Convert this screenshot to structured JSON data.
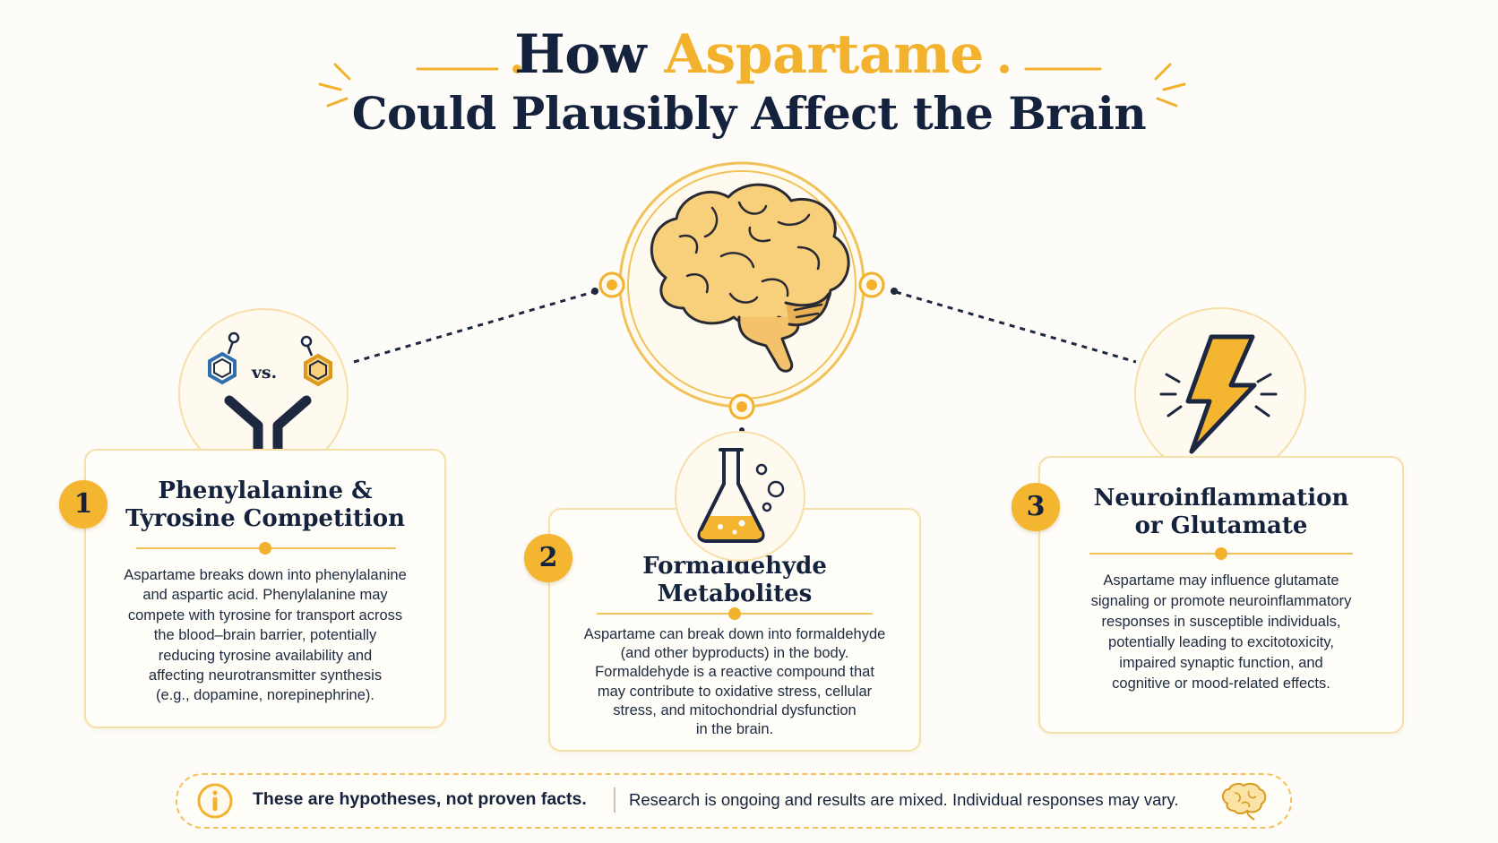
{
  "title": {
    "prefix": "How",
    "accent": "Aspartame",
    "line2": "Could Plausibly Affect the Brain"
  },
  "icons": {
    "center": "brain-icon",
    "card1": "molecule-vs-antibody-icon",
    "card2": "flask-icon",
    "card3": "lightning-bolt-icon",
    "footer_left": "info-icon",
    "footer_right": "brain-outline-icon"
  },
  "cards": [
    {
      "number": "1",
      "vs_label": "vs.",
      "title_lines": [
        "Phenylalanine &",
        "Tyrosine Competition"
      ],
      "body_lines": [
        "Aspartame breaks down into phenylalanine",
        "and aspartic acid. Phenylalanine may",
        "compete with tyrosine for transport across",
        "the blood–brain barrier, potentially",
        "reducing tyrosine availability and",
        "affecting neurotransmitter synthesis",
        "(e.g., dopamine, norepinephrine)."
      ]
    },
    {
      "number": "2",
      "title_lines": [
        "Formaldehyde",
        "Metabolites"
      ],
      "body_lines": [
        "Aspartame can break down into formaldehyde",
        "(and other byproducts) in the body.",
        "Formaldehyde is a reactive compound that",
        "may contribute to oxidative stress, cellular",
        "stress, and mitochondrial dysfunction",
        "in the brain."
      ]
    },
    {
      "number": "3",
      "title_lines": [
        "Neuroinflammation",
        "or Glutamate"
      ],
      "body_lines": [
        "Aspartame may influence glutamate",
        "signaling or promote neuroinflammatory",
        "responses in susceptible individuals,",
        "potentially leading to excitotoxicity,",
        "impaired synaptic function, and",
        "cognitive or mood-related effects."
      ]
    }
  ],
  "footer": {
    "bold": "These are hypotheses, not proven facts.",
    "text": "Research is ongoing and results are mixed.  Individual responses may vary."
  },
  "colors": {
    "accent": "#f2b22e",
    "navy": "#14223d",
    "card_border": "#f6dfa8",
    "background": "#fdfcf8"
  }
}
